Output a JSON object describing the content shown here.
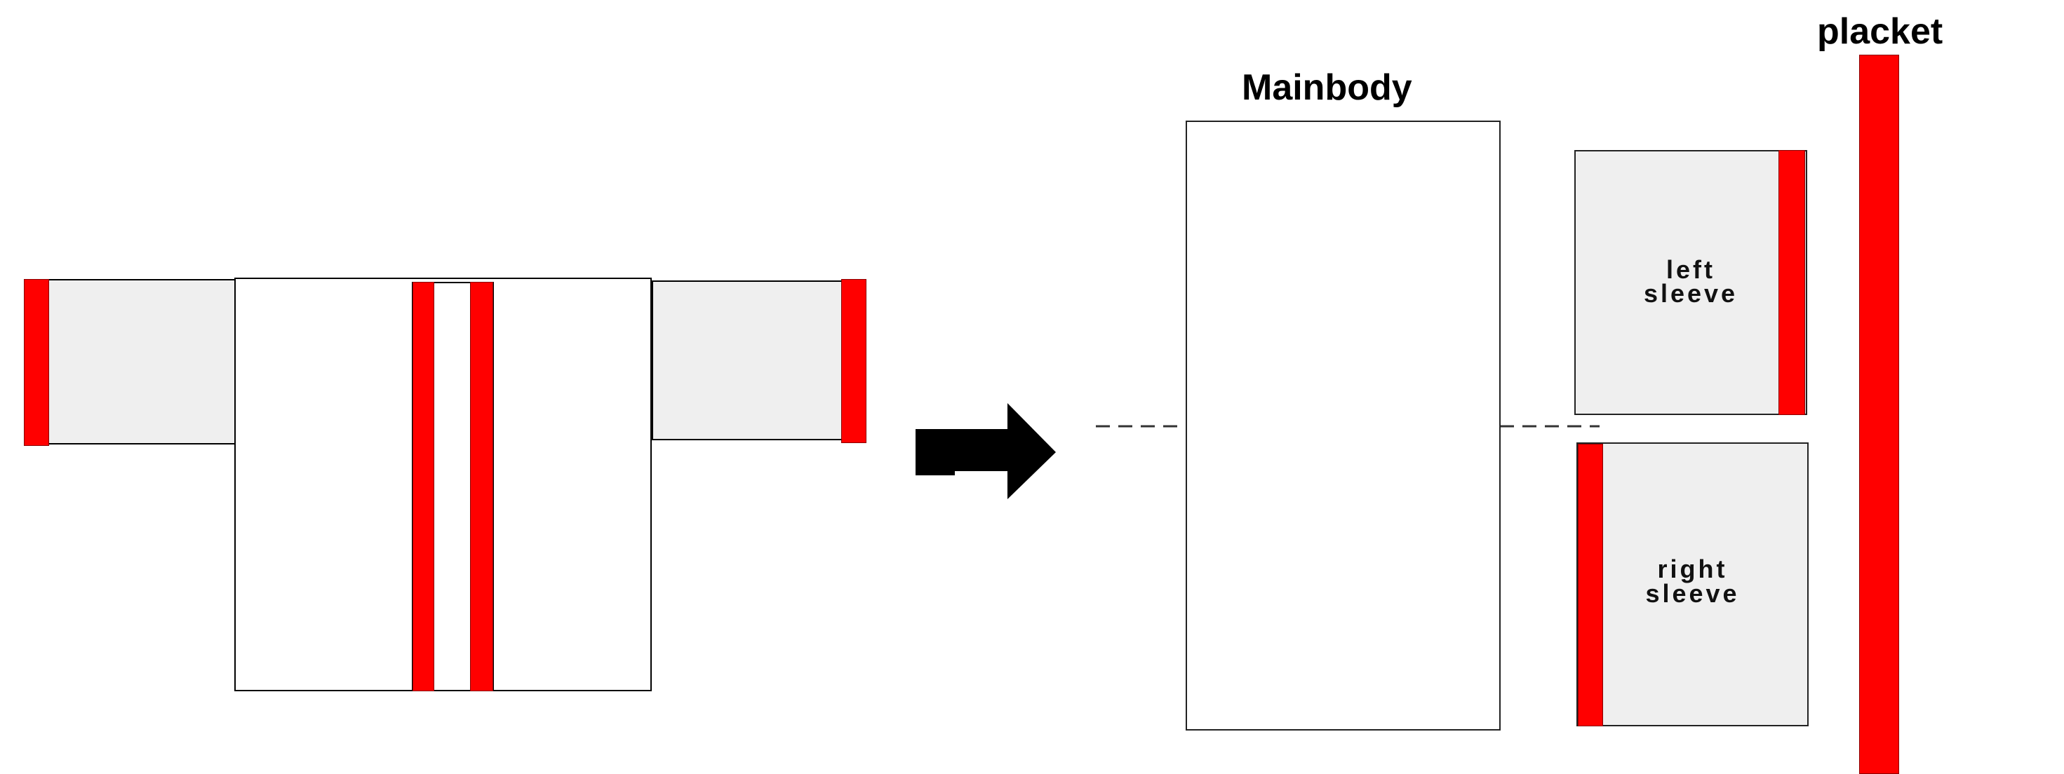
{
  "labels": {
    "mainbody": "Mainbody",
    "placket": "placket",
    "left_sleeve_line1": "left",
    "left_sleeve_line2": "sleeve",
    "right_sleeve_line1": "right",
    "right_sleeve_line2": "sleeve"
  },
  "colors": {
    "trim": "#ff0000",
    "sleeve_fill": "#efefef",
    "outline": "#000000"
  },
  "icons": {
    "transform_arrow": "right-arrow-icon",
    "up_arrow": "up-arrow-icon",
    "down_arrow": "down-arrow-icon"
  }
}
